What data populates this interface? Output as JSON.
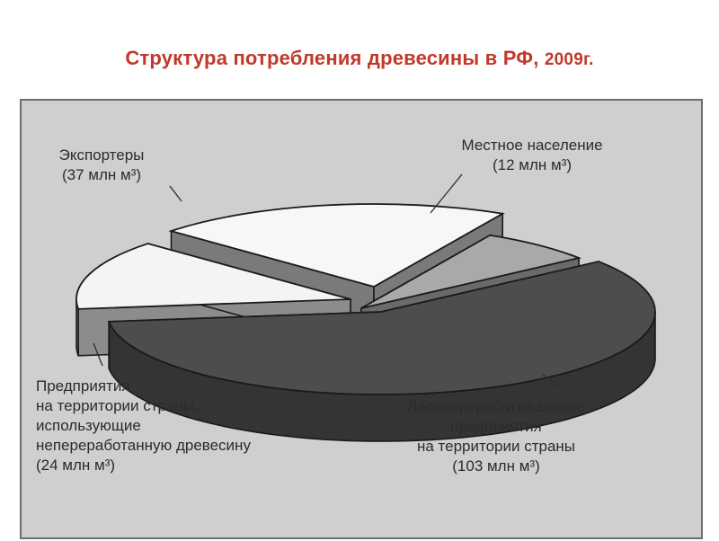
{
  "title": {
    "main": "Структура  потребления древесины в РФ, ",
    "year": "2009г."
  },
  "chart_data": {
    "type": "pie",
    "title": "Структура  потребления древесины в РФ, 2009г.",
    "unit": "млн м³",
    "slices": [
      {
        "key": "local",
        "value": 12,
        "label_lines": [
          "Местное население",
          "(12 млн м³)"
        ],
        "color_top": "#a9a9a9",
        "color_side": "#6a6a6a",
        "exploded": true
      },
      {
        "key": "processing",
        "value": 103,
        "label_lines": [
          "Лесоперерабатывающие",
          "предприятия",
          "на территории страны",
          "(103 млн м³)"
        ],
        "color_top": "#4d4d4d",
        "color_side": "#343434",
        "exploded": false
      },
      {
        "key": "domestic",
        "value": 24,
        "label_lines": [
          "Предприятия",
          "на территории страны,",
          "использующие",
          "непереработанную древесину",
          "(24 млн м³)"
        ],
        "color_top": "#f4f4f4",
        "color_side": "#8c8c8c",
        "exploded": true
      },
      {
        "key": "exporters",
        "value": 37,
        "label_lines": [
          "Экспортеры",
          "(37 млн м³)"
        ],
        "color_top": "#f7f7f7",
        "color_side": "#7a7a7a",
        "exploded": true
      }
    ],
    "colors": {
      "panel_background": "#cfcfcf",
      "title": "#c0392b",
      "outline": "#1a1a1a"
    }
  }
}
